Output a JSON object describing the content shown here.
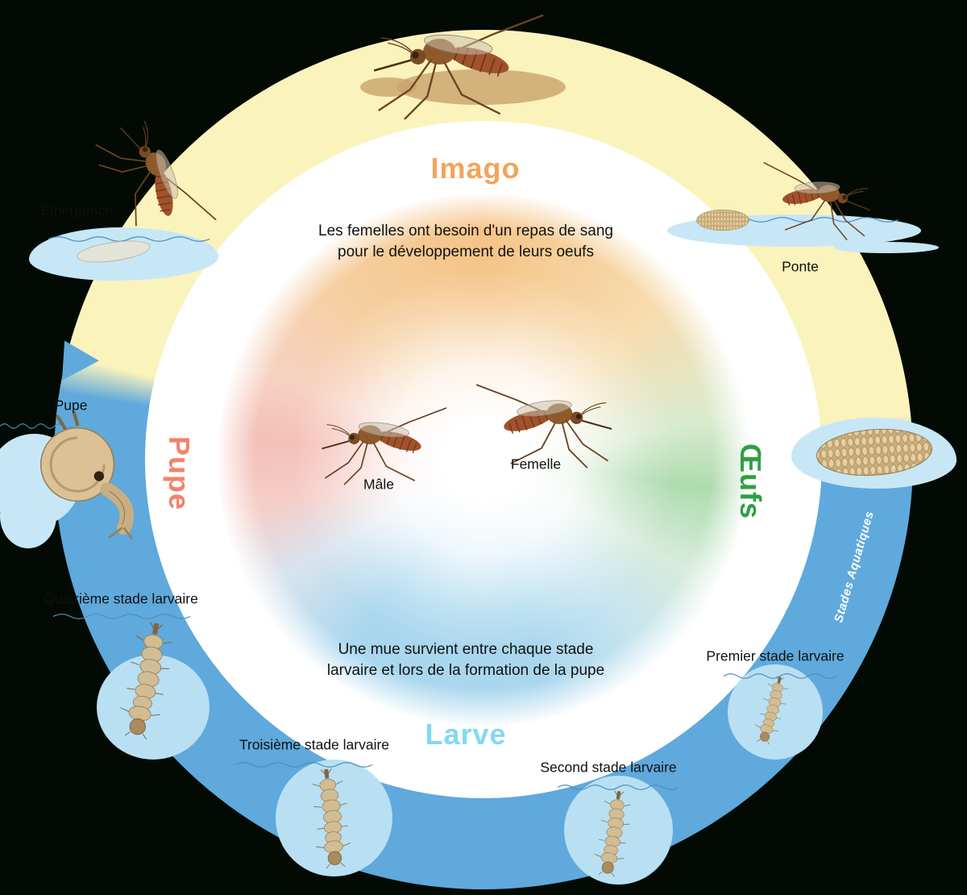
{
  "background_color": "#030A04",
  "phases": {
    "imago": "Imago",
    "pupe": "Pupe",
    "oeufs": "Œufs",
    "larve": "Larve",
    "stades_aquatiques": "Stades Aquatiques"
  },
  "notes": {
    "blood_meal": {
      "line1": "Les femelles ont besoin d'un repas de sang",
      "line2": "pour le développement de leurs oeufs"
    },
    "molting": {
      "line1": "Une mue survient entre chaque stade",
      "line2": "larvaire et lors de la formation de la pupe"
    }
  },
  "center": {
    "male": "Mâle",
    "female": "Femelle"
  },
  "stage_labels": {
    "emergence": "Émergence",
    "ponte": "Ponte",
    "pupe": "Pupe",
    "premier_stade": "Premier stade larvaire",
    "second_stade": "Second stade larvaire",
    "troisieme_stade": "Troisième stade larvaire",
    "quatrieme_stade": "Quatrième stade larvaire"
  },
  "colors": {
    "imago_label": "#F2A45C",
    "pupe_label": "#F2836B",
    "oeufs_label": "#2FA044",
    "larve_label": "#82D8F4",
    "ring_yellow": "#FBF3BC",
    "ring_blue": "#5FA9DC",
    "water_blob": "#C7E7F7",
    "stades_aquatiques_text": "#FFFFFF"
  },
  "icons": {
    "adult": "mosquito-icon",
    "larva": "larva-icon",
    "pupa": "pupa-icon",
    "eggs": "egg-raft-icon",
    "water": "water-blob"
  }
}
